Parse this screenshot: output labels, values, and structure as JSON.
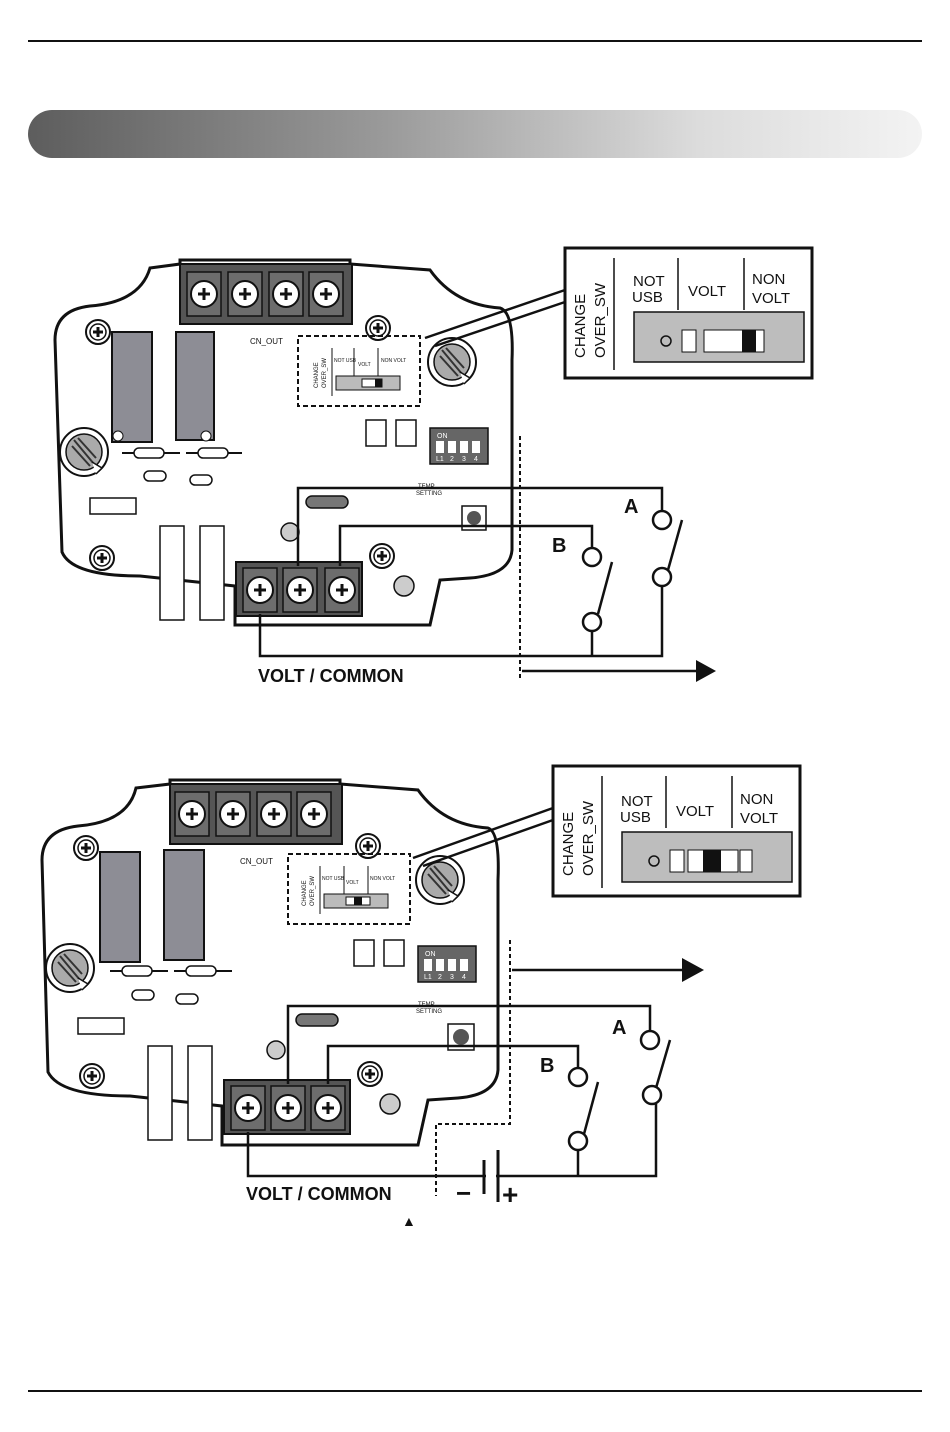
{
  "diagram1": {
    "board_label": "CN_OUT",
    "small_switch_side": [
      "CHANGE",
      "OVER_SW"
    ],
    "small_switch_cols": [
      "NOT USB",
      "VOLT",
      "NON VOLT"
    ],
    "dip_on": "ON",
    "dip_numbers": [
      "L1",
      "2",
      "3",
      "4"
    ],
    "temp_setting": [
      "TEMP",
      "SETTING"
    ],
    "zoom_side": [
      "CHANGE",
      "OVER_SW"
    ],
    "zoom_cols": [
      [
        "NOT",
        "USB"
      ],
      [
        "VOLT"
      ],
      [
        "NON",
        "VOLT"
      ]
    ],
    "contact_a": "A",
    "contact_b": "B",
    "common_label": "VOLT / COMMON"
  },
  "diagram2": {
    "board_label": "CN_OUT",
    "small_switch_side": [
      "CHANGE",
      "OVER_SW"
    ],
    "small_switch_cols": [
      "NOT USB",
      "VOLT",
      "NON VOLT"
    ],
    "dip_on": "ON",
    "dip_numbers": [
      "L1",
      "2",
      "3",
      "4"
    ],
    "temp_setting": [
      "TEMP",
      "SETTING"
    ],
    "zoom_side": [
      "CHANGE",
      "OVER_SW"
    ],
    "zoom_cols": [
      [
        "NOT",
        "USB"
      ],
      [
        "VOLT"
      ],
      [
        "NON",
        "VOLT"
      ]
    ],
    "contact_a": "A",
    "contact_b": "B",
    "common_label": "VOLT / COMMON",
    "battery_minus": "−",
    "battery_plus": "+",
    "pointer_mark": "▲"
  }
}
